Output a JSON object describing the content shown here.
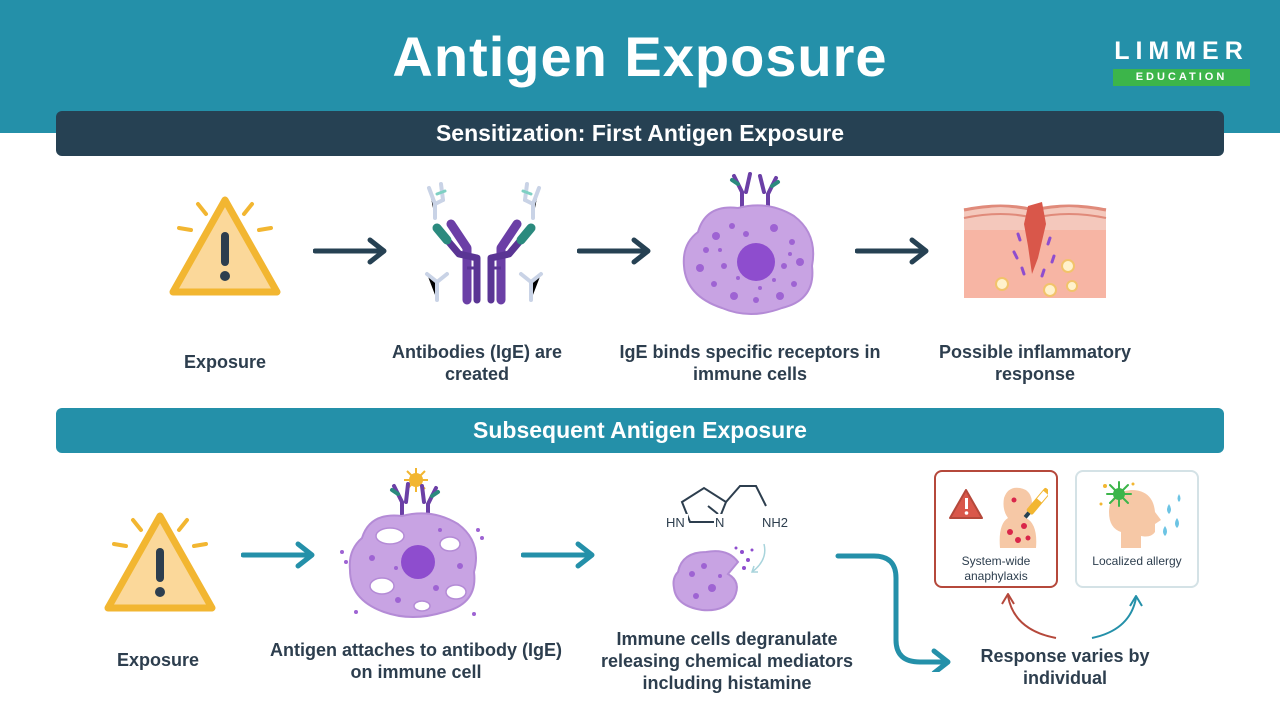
{
  "header": {
    "title": "Antigen Exposure"
  },
  "logo": {
    "name": "LIMMER",
    "sub": "EDUCATION"
  },
  "sections": {
    "sensitization": {
      "title": "Sensitization: First Antigen Exposure",
      "steps": [
        {
          "label": "Exposure",
          "icon": "warning-icon"
        },
        {
          "label": "Antibodies (IgE) are created",
          "icon": "antibody-icon"
        },
        {
          "label": "IgE binds specific receptors in immune cells",
          "icon": "immune-cell-icon"
        },
        {
          "label": "Possible inflammatory response",
          "icon": "inflamed-skin-icon"
        }
      ]
    },
    "subsequent": {
      "title": "Subsequent Antigen Exposure",
      "steps": [
        {
          "label": "Exposure",
          "icon": "warning-icon"
        },
        {
          "label": "Antigen attaches to antibody (IgE) on immune cell",
          "icon": "activated-cell-icon"
        },
        {
          "label": "Immune cells degranulate releasing chemical mediators including histamine",
          "icon": "histamine-icon"
        },
        {
          "label": "Response varies by individual"
        }
      ],
      "histamine": {
        "hn": "HN",
        "n": "N",
        "nh2": "NH2"
      },
      "outcomes": [
        {
          "label": "System-wide anaphylaxis",
          "icon": "anaphylaxis-icon"
        },
        {
          "label": "Localized allergy",
          "icon": "allergy-icon"
        }
      ]
    }
  },
  "colors": {
    "header_bg": "#2490a9",
    "dark_banner": "#264153",
    "teal_banner": "#2490a9",
    "logo_green": "#3cb54a",
    "text": "#2d3e4e",
    "warning_yellow": "#f2b631",
    "cell_purple": "#c8a3e3",
    "nucleus": "#8e4dce"
  }
}
